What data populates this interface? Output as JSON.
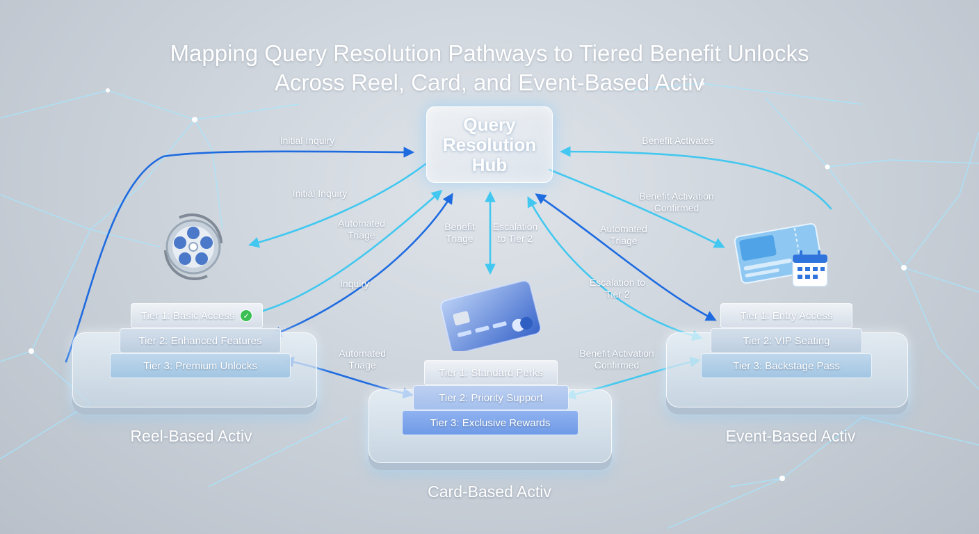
{
  "title": {
    "line1": "Mapping Query Resolution Pathways to Tiered Benefit Unlocks",
    "line2": "Across Reel, Card, and Event-Based Activ"
  },
  "hub": {
    "label": "Query Resolution Hub"
  },
  "platforms": {
    "reel": {
      "label": "Reel-Based Activ",
      "icon": "film-reel-icon",
      "tiers": [
        "Tier 1: Basic Access",
        "Tier 2: Enhanced Features",
        "Tier 3: Premium Unlocks"
      ],
      "tier1_status_icon": "check-circle-icon"
    },
    "card": {
      "label": "Card-Based Activ",
      "icon": "credit-card-icon",
      "tiers": [
        "Tier 1: Standard Perks",
        "Tier 2: Priority Support",
        "Tier 3: Exclusive Rewards"
      ]
    },
    "event": {
      "label": "Event-Based Activ",
      "icon": "ticket-calendar-icon",
      "tiers": [
        "Tier 1: Entry Access",
        "Tier 2: VIP Seating",
        "Tier 3: Backstage Pass"
      ]
    }
  },
  "edges": [
    {
      "id": "e1",
      "label": "Initial Inquiry"
    },
    {
      "id": "e2",
      "label": "Initial Inquiry"
    },
    {
      "id": "e3",
      "label": "Automated Triage"
    },
    {
      "id": "e4",
      "label": "Inquiry"
    },
    {
      "id": "e5",
      "label": "Benefit Triage"
    },
    {
      "id": "e6",
      "label": "Escalation to Tier 2"
    },
    {
      "id": "e7",
      "label": "Automated Triage"
    },
    {
      "id": "e8",
      "label": "Escalation to Tier 2"
    },
    {
      "id": "e9",
      "label": "Benefit Activates"
    },
    {
      "id": "e10",
      "label": "Benefit Activation Confirmed"
    },
    {
      "id": "e11",
      "label": "Automated Triage"
    },
    {
      "id": "e12",
      "label": "Benefit Activation Confirmed"
    }
  ],
  "colors": {
    "dark_blue": "#1e6be0",
    "light_blue": "#42c8f0",
    "network": "#8fe0ff",
    "check": "#3bbf55"
  }
}
